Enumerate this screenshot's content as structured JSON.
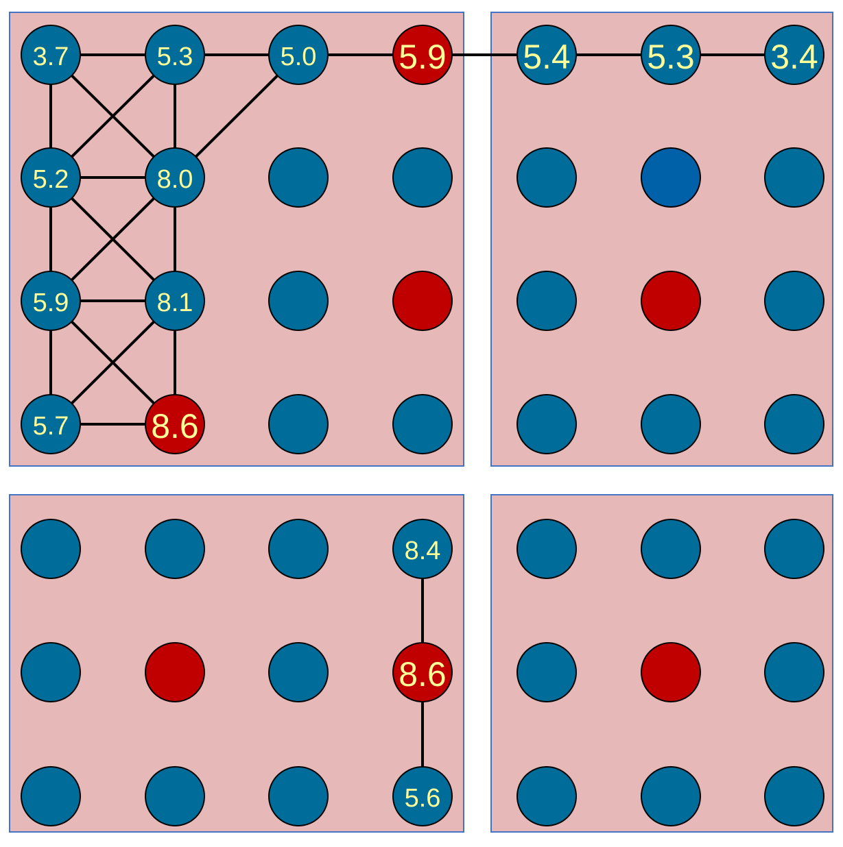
{
  "colors": {
    "panel_fill": "#e6b8b8",
    "panel_border": "#4472c4",
    "node_blue": "#006c9a",
    "node_blue_alt": "#0060a8",
    "node_red": "#c00000",
    "label": "#ffff99",
    "edge": "#000000"
  },
  "panels": [
    {
      "id": "top-left",
      "nodes": [
        {
          "id": "tl-r0c0",
          "color": "blue",
          "label": "3.7"
        },
        {
          "id": "tl-r0c1",
          "color": "blue",
          "label": "5.3"
        },
        {
          "id": "tl-r0c2",
          "color": "blue",
          "label": "5.0"
        },
        {
          "id": "tl-r0c3",
          "color": "red",
          "label": "5.9",
          "large": true
        },
        {
          "id": "tl-r1c0",
          "color": "blue",
          "label": "5.2"
        },
        {
          "id": "tl-r1c1",
          "color": "blue",
          "label": "8.0"
        },
        {
          "id": "tl-r1c2",
          "color": "blue",
          "label": ""
        },
        {
          "id": "tl-r1c3",
          "color": "blue",
          "label": ""
        },
        {
          "id": "tl-r2c0",
          "color": "blue",
          "label": "5.9"
        },
        {
          "id": "tl-r2c1",
          "color": "blue",
          "label": "8.1"
        },
        {
          "id": "tl-r2c2",
          "color": "blue",
          "label": ""
        },
        {
          "id": "tl-r2c3",
          "color": "red",
          "label": ""
        },
        {
          "id": "tl-r3c0",
          "color": "blue",
          "label": "5.7"
        },
        {
          "id": "tl-r3c1",
          "color": "red",
          "label": "8.6",
          "large": true
        },
        {
          "id": "tl-r3c2",
          "color": "blue",
          "label": ""
        },
        {
          "id": "tl-r3c3",
          "color": "blue",
          "label": ""
        }
      ]
    },
    {
      "id": "top-right",
      "nodes": [
        {
          "id": "tr-r0c0",
          "color": "blue",
          "label": "5.4",
          "large": true
        },
        {
          "id": "tr-r0c1",
          "color": "blue",
          "label": "5.3",
          "large": true
        },
        {
          "id": "tr-r0c2",
          "color": "blue",
          "label": "3.4",
          "large": true
        },
        {
          "id": "tr-r1c0",
          "color": "blue",
          "label": ""
        },
        {
          "id": "tr-r1c1",
          "color": "blue_alt",
          "label": ""
        },
        {
          "id": "tr-r1c2",
          "color": "blue",
          "label": ""
        },
        {
          "id": "tr-r2c0",
          "color": "blue",
          "label": ""
        },
        {
          "id": "tr-r2c1",
          "color": "red",
          "label": ""
        },
        {
          "id": "tr-r2c2",
          "color": "blue",
          "label": ""
        },
        {
          "id": "tr-r3c0",
          "color": "blue",
          "label": ""
        },
        {
          "id": "tr-r3c1",
          "color": "blue",
          "label": ""
        },
        {
          "id": "tr-r3c2",
          "color": "blue",
          "label": ""
        }
      ]
    },
    {
      "id": "bottom-left",
      "nodes": [
        {
          "id": "bl-r0c0",
          "color": "blue",
          "label": ""
        },
        {
          "id": "bl-r0c1",
          "color": "blue",
          "label": ""
        },
        {
          "id": "bl-r0c2",
          "color": "blue",
          "label": ""
        },
        {
          "id": "bl-r0c3",
          "color": "blue",
          "label": "8.4"
        },
        {
          "id": "bl-r1c0",
          "color": "blue",
          "label": ""
        },
        {
          "id": "bl-r1c1",
          "color": "red",
          "label": ""
        },
        {
          "id": "bl-r1c2",
          "color": "blue",
          "label": ""
        },
        {
          "id": "bl-r1c3",
          "color": "red",
          "label": "8.6",
          "large": true
        },
        {
          "id": "bl-r2c0",
          "color": "blue",
          "label": ""
        },
        {
          "id": "bl-r2c1",
          "color": "blue",
          "label": ""
        },
        {
          "id": "bl-r2c2",
          "color": "blue",
          "label": ""
        },
        {
          "id": "bl-r2c3",
          "color": "blue",
          "label": "5.6"
        }
      ]
    },
    {
      "id": "bottom-right",
      "nodes": [
        {
          "id": "br-r0c0",
          "color": "blue",
          "label": ""
        },
        {
          "id": "br-r0c1",
          "color": "blue",
          "label": ""
        },
        {
          "id": "br-r0c2",
          "color": "blue",
          "label": ""
        },
        {
          "id": "br-r1c0",
          "color": "blue",
          "label": ""
        },
        {
          "id": "br-r1c1",
          "color": "red",
          "label": ""
        },
        {
          "id": "br-r1c2",
          "color": "blue",
          "label": ""
        },
        {
          "id": "br-r2c0",
          "color": "blue",
          "label": ""
        },
        {
          "id": "br-r2c1",
          "color": "blue",
          "label": ""
        },
        {
          "id": "br-r2c2",
          "color": "blue",
          "label": ""
        }
      ]
    }
  ],
  "edges": [
    [
      "tl-r0c0",
      "tl-r0c1"
    ],
    [
      "tl-r0c1",
      "tl-r0c2"
    ],
    [
      "tl-r0c2",
      "tl-r0c3"
    ],
    [
      "tl-r0c3",
      "tr-r0c0"
    ],
    [
      "tr-r0c0",
      "tr-r0c1"
    ],
    [
      "tr-r0c1",
      "tr-r0c2"
    ],
    [
      "tl-r0c0",
      "tl-r1c0"
    ],
    [
      "tl-r0c1",
      "tl-r1c1"
    ],
    [
      "tl-r0c0",
      "tl-r1c1"
    ],
    [
      "tl-r0c1",
      "tl-r1c0"
    ],
    [
      "tl-r0c2",
      "tl-r1c1"
    ],
    [
      "tl-r1c0",
      "tl-r1c1"
    ],
    [
      "tl-r1c0",
      "tl-r2c0"
    ],
    [
      "tl-r1c1",
      "tl-r2c1"
    ],
    [
      "tl-r1c0",
      "tl-r2c1"
    ],
    [
      "tl-r1c1",
      "tl-r2c0"
    ],
    [
      "tl-r2c0",
      "tl-r2c1"
    ],
    [
      "tl-r2c0",
      "tl-r3c0"
    ],
    [
      "tl-r2c1",
      "tl-r3c1"
    ],
    [
      "tl-r2c0",
      "tl-r3c1"
    ],
    [
      "tl-r2c1",
      "tl-r3c0"
    ],
    [
      "tl-r3c0",
      "tl-r3c1"
    ],
    [
      "bl-r0c3",
      "bl-r1c3"
    ],
    [
      "bl-r1c3",
      "bl-r2c3"
    ]
  ]
}
